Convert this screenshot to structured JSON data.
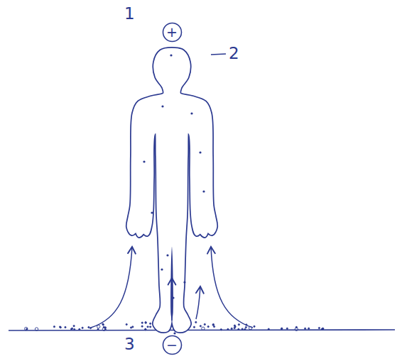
{
  "diagram": {
    "nodes": [
      {
        "text": [
          "+"
        ]
      },
      {
        "text": [
          "−"
        ]
      }
    ],
    "labels": [
      "1",
      "2",
      "3"
    ]
  }
}
